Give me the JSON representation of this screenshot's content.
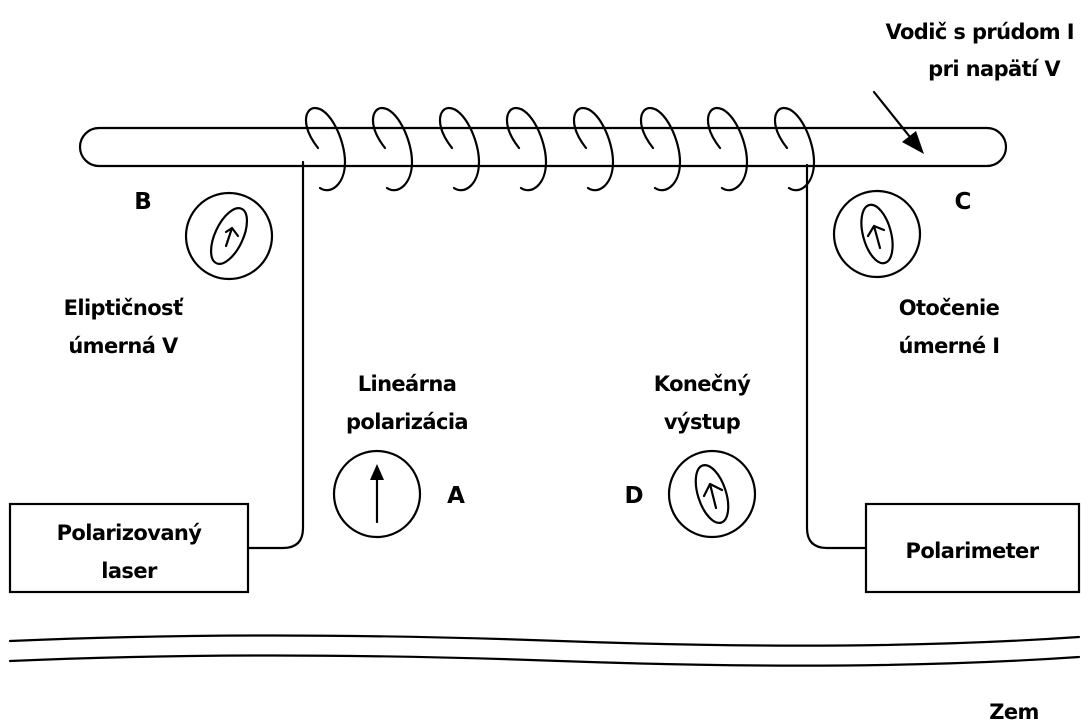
{
  "labels": {
    "conductor_line1": "Vodič s prúdom I",
    "conductor_line2": "pri napätí V",
    "point_b": "B",
    "point_c": "C",
    "point_a": "A",
    "point_d": "D",
    "ellipticity_line1": "Eliptičnosť",
    "ellipticity_line2": "úmerná V",
    "rotation_line1": "Otočenie",
    "rotation_line2": "úmerné I",
    "linear_line1": "Lineárna",
    "linear_line2": "polarizácia",
    "final_line1": "Konečný",
    "final_line2": "výstup",
    "laser_line1": "Polarizovaný",
    "laser_line2": "laser",
    "polarimeter": "Polarimeter",
    "ground": "Zem"
  }
}
